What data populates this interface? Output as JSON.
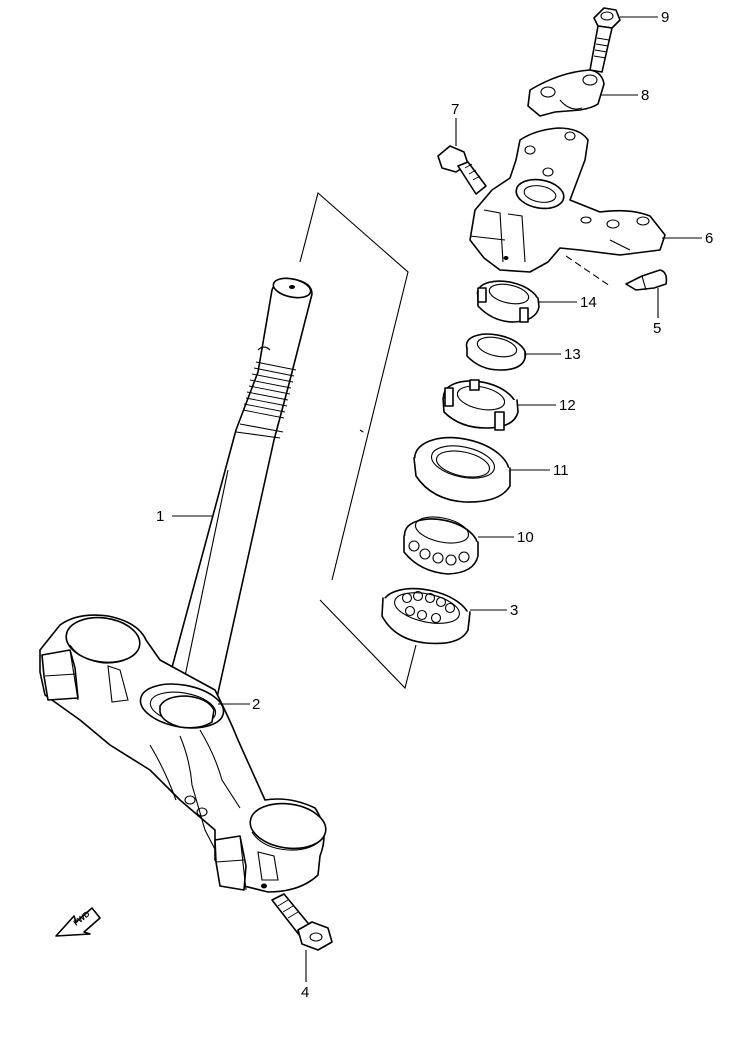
{
  "callouts": [
    {
      "id": "1",
      "label": "1"
    },
    {
      "id": "2",
      "label": "2"
    },
    {
      "id": "3",
      "label": "3"
    },
    {
      "id": "4",
      "label": "4"
    },
    {
      "id": "5",
      "label": "5"
    },
    {
      "id": "6",
      "label": "6"
    },
    {
      "id": "7",
      "label": "7"
    },
    {
      "id": "8",
      "label": "8"
    },
    {
      "id": "9",
      "label": "9"
    },
    {
      "id": "10",
      "label": "10"
    },
    {
      "id": "11",
      "label": "11"
    },
    {
      "id": "12",
      "label": "12"
    },
    {
      "id": "13",
      "label": "13"
    },
    {
      "id": "14",
      "label": "14"
    }
  ],
  "fwd_arrow": {
    "label": "FWD",
    "icon": "fwd-arrow-icon"
  }
}
